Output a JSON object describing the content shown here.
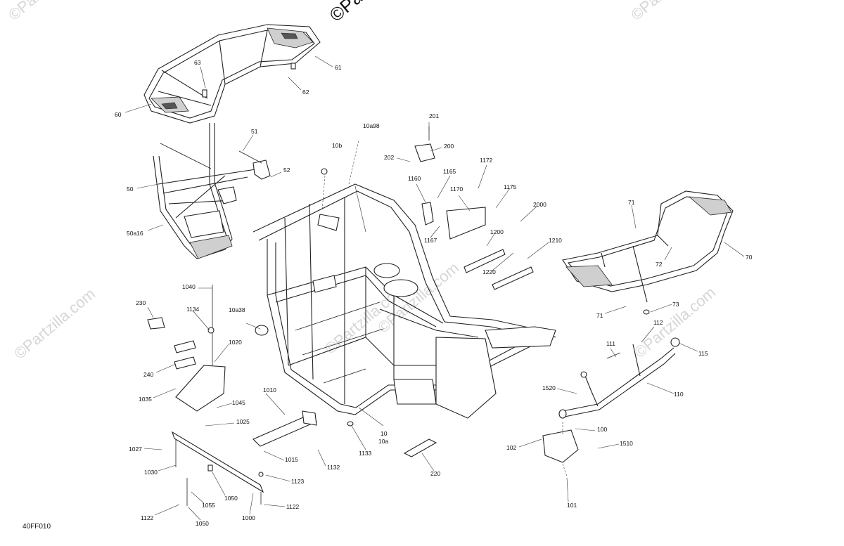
{
  "watermarks": {
    "brand": "©Partzilla.com",
    "top_fragment": "©Part"
  },
  "diagram_code": "40FF010",
  "callouts": {
    "c60": "60",
    "c61": "61",
    "c62": "62",
    "c63": "63",
    "c50": "50",
    "c50a16": "50a16",
    "c51": "51",
    "c52": "52",
    "c10b": "10b",
    "c10a98": "10a98",
    "c10a38": "10a38",
    "c10": "10",
    "c10a": "10a",
    "c200": "200",
    "c201": "201",
    "c202": "202",
    "c1160": "1160",
    "c1165": "1165",
    "c1167": "1167",
    "c1170": "1170",
    "c1172": "1172",
    "c1175": "1175",
    "c1200": "1200",
    "c1210": "1210",
    "c1220": "1220",
    "c2000": "2000",
    "c70": "70",
    "c71a": "71",
    "c71b": "71",
    "c72": "72",
    "c73": "73",
    "c110": "110",
    "c111": "111",
    "c112": "112",
    "c115": "115",
    "c100": "100",
    "c101": "101",
    "c102": "102",
    "c1510": "1510",
    "c1520": "1520",
    "c220": "220",
    "c230": "230",
    "c240": "240",
    "c1040": "1040",
    "c1134": "1134",
    "c1020": "1020",
    "c1035": "1035",
    "c1045": "1045",
    "c1025": "1025",
    "c1027": "1027",
    "c1030": "1030",
    "c1010": "1010",
    "c1015": "1015",
    "c1132": "1132",
    "c1133": "1133",
    "c1055": "1055",
    "c1050a": "1050",
    "c1050b": "1050",
    "c1123": "1123",
    "c1122a": "1122",
    "c1122b": "1122",
    "c1000": "1000"
  }
}
